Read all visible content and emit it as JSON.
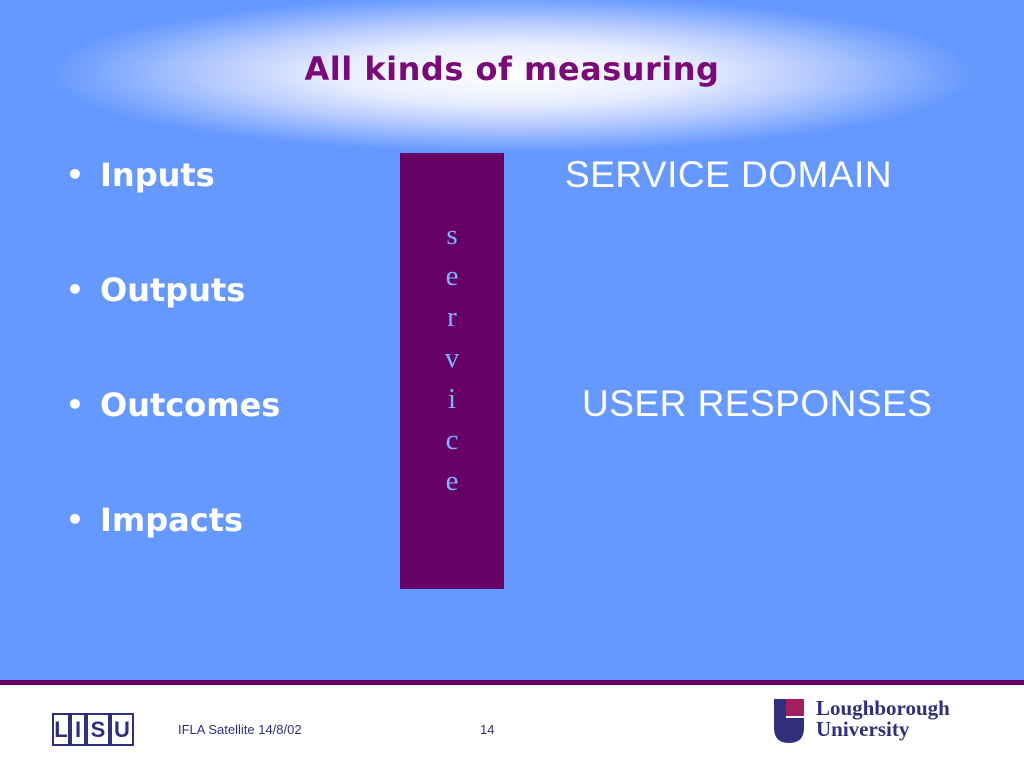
{
  "slide": {
    "title": "All kinds of measuring",
    "bullet_symbol": "•",
    "bullets": [
      {
        "label": "Inputs"
      },
      {
        "label": "Outputs"
      },
      {
        "label": "Outcomes"
      },
      {
        "label": "Impacts"
      }
    ],
    "service_bar": {
      "letters": [
        "s",
        "e",
        "r",
        "v",
        "i",
        "c",
        "e"
      ]
    },
    "domain_labels": {
      "service_domain": "SERVICE DOMAIN",
      "user_responses": "USER RESPONSES"
    }
  },
  "footer": {
    "logo_left_letters": [
      "L",
      "I",
      "S",
      "U"
    ],
    "caption": "IFLA Satellite 14/8/02",
    "page_number": "14",
    "logo_right_words": [
      "Loughborough",
      "University"
    ]
  },
  "colors": {
    "background": "#6699ff",
    "title": "#7a0a78",
    "service_bar": "#660066",
    "service_letters": "#7fb2ff",
    "footer_rule": "#660066",
    "logo_navy": "#30307a",
    "logo_crimson": "#a31f5e"
  }
}
